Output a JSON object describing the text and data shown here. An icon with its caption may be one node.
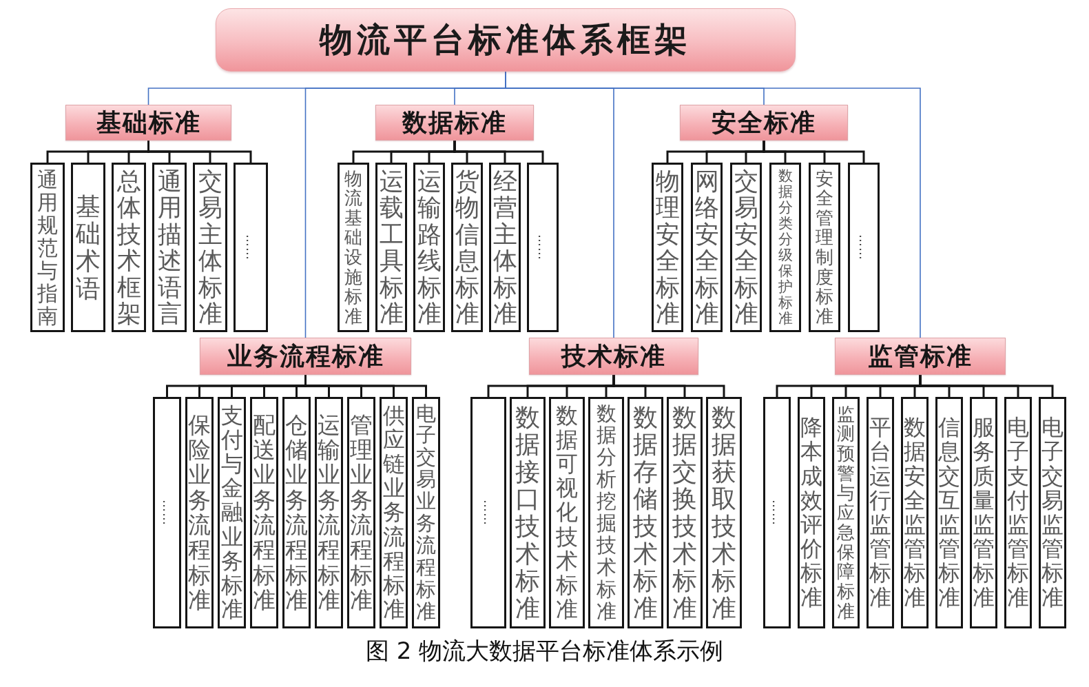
{
  "diagram": {
    "caption": "图 2 物流大数据平台标准体系示例",
    "nodes": [
      {
        "text": [
          "物流平台标准体系框架"
        ]
      },
      {
        "text": [
          "基础标准"
        ]
      },
      {
        "text": [
          "通用规范与指南"
        ]
      },
      {
        "text": [
          "基础术语"
        ]
      },
      {
        "text": [
          "总体技术框架"
        ]
      },
      {
        "text": [
          "通用描述语言"
        ]
      },
      {
        "text": [
          "交易主体标准"
        ]
      },
      {
        "text": [
          "……"
        ]
      },
      {
        "text": [
          "数据标准"
        ]
      },
      {
        "text": [
          "物流基础设施标准"
        ]
      },
      {
        "text": [
          "运载工具标准"
        ]
      },
      {
        "text": [
          "运输路线标准"
        ]
      },
      {
        "text": [
          "货物信息标准"
        ]
      },
      {
        "text": [
          "经营主体标准"
        ]
      },
      {
        "text": [
          "……"
        ]
      },
      {
        "text": [
          "安全标准"
        ]
      },
      {
        "text": [
          "物理安全标准"
        ]
      },
      {
        "text": [
          "网络安全标准"
        ]
      },
      {
        "text": [
          "交易安全标准"
        ]
      },
      {
        "text": [
          "数据分类分级保护标准"
        ]
      },
      {
        "text": [
          "安全管理制度标准"
        ]
      },
      {
        "text": [
          "……"
        ]
      },
      {
        "text": [
          "业务流程标准"
        ]
      },
      {
        "text": [
          "……"
        ]
      },
      {
        "text": [
          "保险业务流程标准"
        ]
      },
      {
        "text": [
          "支付与金融业务标准"
        ]
      },
      {
        "text": [
          "配送业务流程标准"
        ]
      },
      {
        "text": [
          "仓储业务流程标准"
        ]
      },
      {
        "text": [
          "运输业务流程标准"
        ]
      },
      {
        "text": [
          "管理业务流程标准"
        ]
      },
      {
        "text": [
          "供应链业务流程标准"
        ]
      },
      {
        "text": [
          "电子交易业务流程标准"
        ]
      },
      {
        "text": [
          "技术标准"
        ]
      },
      {
        "text": [
          "……"
        ]
      },
      {
        "text": [
          "数据接口技术标准"
        ]
      },
      {
        "text": [
          "数据可视化技术标准"
        ]
      },
      {
        "text": [
          "数据分析挖掘技术标准"
        ]
      },
      {
        "text": [
          "数据存储技术标准"
        ]
      },
      {
        "text": [
          "数据交换技术标准"
        ]
      },
      {
        "text": [
          "数据获取技术标准"
        ]
      },
      {
        "text": [
          "监管标准"
        ]
      },
      {
        "text": [
          "……"
        ]
      },
      {
        "text": [
          "降本成效评价标准"
        ]
      },
      {
        "text": [
          "监测预警与应急保障标准"
        ]
      },
      {
        "text": [
          "平台运行监管标准"
        ]
      },
      {
        "text": [
          "数据安全监管标准"
        ]
      },
      {
        "text": [
          "信息交互监管标准"
        ]
      },
      {
        "text": [
          "服务质量监管标准"
        ]
      },
      {
        "text": [
          "电子支付监管标准"
        ]
      },
      {
        "text": [
          "电子交易监管标准"
        ]
      }
    ],
    "edges": [
      {
        "from": 0,
        "to": 1,
        "arrow": "none",
        "color": "#4472c4"
      },
      {
        "from": 0,
        "to": 8,
        "arrow": "none",
        "color": "#4472c4"
      },
      {
        "from": 0,
        "to": 15,
        "arrow": "none",
        "color": "#4472c4"
      },
      {
        "from": 0,
        "to": 22,
        "arrow": "none",
        "color": "#4472c4"
      },
      {
        "from": 0,
        "to": 32,
        "arrow": "none",
        "color": "#4472c4"
      },
      {
        "from": 0,
        "to": 40,
        "arrow": "none",
        "color": "#4472c4"
      },
      {
        "from": 1,
        "to": 2,
        "arrow": "none"
      },
      {
        "from": 1,
        "to": 3,
        "arrow": "none"
      },
      {
        "from": 1,
        "to": 4,
        "arrow": "none"
      },
      {
        "from": 1,
        "to": 5,
        "arrow": "none"
      },
      {
        "from": 1,
        "to": 6,
        "arrow": "none"
      },
      {
        "from": 1,
        "to": 7,
        "arrow": "none"
      },
      {
        "from": 8,
        "to": 9,
        "arrow": "none"
      },
      {
        "from": 8,
        "to": 10,
        "arrow": "none"
      },
      {
        "from": 8,
        "to": 11,
        "arrow": "none"
      },
      {
        "from": 8,
        "to": 12,
        "arrow": "none"
      },
      {
        "from": 8,
        "to": 13,
        "arrow": "none"
      },
      {
        "from": 8,
        "to": 14,
        "arrow": "none"
      },
      {
        "from": 15,
        "to": 16,
        "arrow": "none"
      },
      {
        "from": 15,
        "to": 17,
        "arrow": "none"
      },
      {
        "from": 15,
        "to": 18,
        "arrow": "none"
      },
      {
        "from": 15,
        "to": 19,
        "arrow": "none"
      },
      {
        "from": 15,
        "to": 20,
        "arrow": "none"
      },
      {
        "from": 15,
        "to": 21,
        "arrow": "none"
      },
      {
        "from": 22,
        "to": 23,
        "arrow": "none"
      },
      {
        "from": 22,
        "to": 24,
        "arrow": "none"
      },
      {
        "from": 22,
        "to": 25,
        "arrow": "none"
      },
      {
        "from": 22,
        "to": 26,
        "arrow": "none"
      },
      {
        "from": 22,
        "to": 27,
        "arrow": "none"
      },
      {
        "from": 22,
        "to": 28,
        "arrow": "none"
      },
      {
        "from": 22,
        "to": 29,
        "arrow": "none"
      },
      {
        "from": 22,
        "to": 30,
        "arrow": "none"
      },
      {
        "from": 22,
        "to": 31,
        "arrow": "none"
      },
      {
        "from": 32,
        "to": 33,
        "arrow": "none"
      },
      {
        "from": 32,
        "to": 34,
        "arrow": "none"
      },
      {
        "from": 32,
        "to": 35,
        "arrow": "none"
      },
      {
        "from": 32,
        "to": 36,
        "arrow": "none"
      },
      {
        "from": 32,
        "to": 37,
        "arrow": "none"
      },
      {
        "from": 32,
        "to": 38,
        "arrow": "none"
      },
      {
        "from": 32,
        "to": 39,
        "arrow": "none"
      },
      {
        "from": 40,
        "to": 41,
        "arrow": "none"
      },
      {
        "from": 40,
        "to": 42,
        "arrow": "none"
      },
      {
        "from": 40,
        "to": 43,
        "arrow": "none"
      },
      {
        "from": 40,
        "to": 44,
        "arrow": "none"
      },
      {
        "from": 40,
        "to": 45,
        "arrow": "none"
      },
      {
        "from": 40,
        "to": 46,
        "arrow": "none"
      },
      {
        "from": 40,
        "to": 47,
        "arrow": "none"
      },
      {
        "from": 40,
        "to": 48,
        "arrow": "none"
      },
      {
        "from": 40,
        "to": 49,
        "arrow": "none"
      }
    ]
  }
}
